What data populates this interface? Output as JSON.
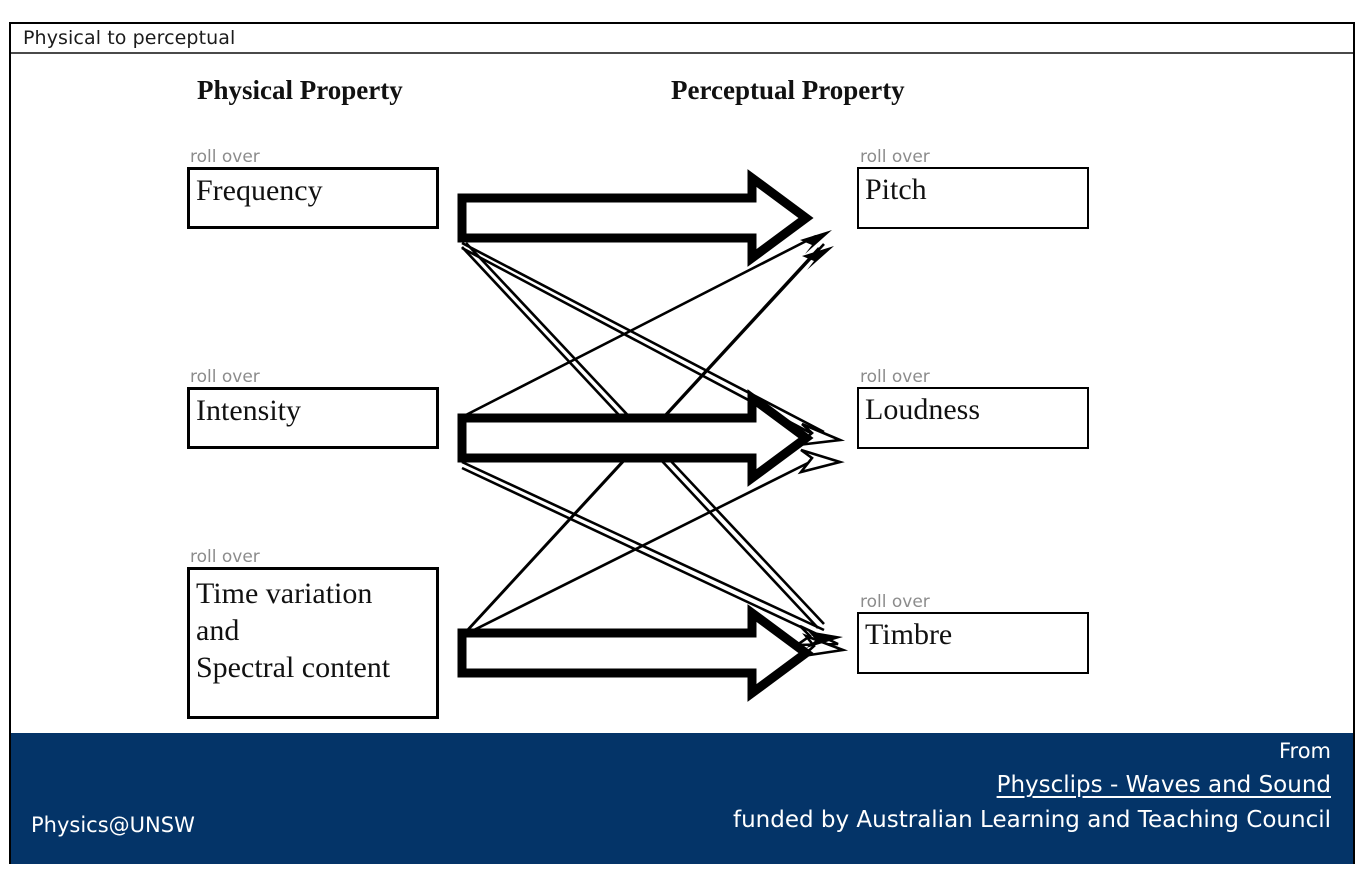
{
  "window": {
    "title": "Physical to perceptual"
  },
  "headings": {
    "physical": "Physical Property",
    "perceptual": "Perceptual Property"
  },
  "rollover_label": "roll over",
  "physical_properties": [
    {
      "id": "frequency",
      "label": "Frequency",
      "hint": "roll over"
    },
    {
      "id": "intensity",
      "label": "Intensity",
      "hint": "roll over"
    },
    {
      "id": "timevar",
      "label": "Time variation\nand\nSpectral content",
      "hint": "roll over",
      "lines": [
        "Time variation",
        "and",
        "Spectral content"
      ]
    }
  ],
  "perceptual_properties": [
    {
      "id": "pitch",
      "label": "Pitch",
      "hint": "roll over"
    },
    {
      "id": "loudness",
      "label": "Loudness",
      "hint": "roll over"
    },
    {
      "id": "timbre",
      "label": "Timbre",
      "hint": "roll over"
    }
  ],
  "mappings": {
    "primary": [
      {
        "from": "Frequency",
        "to": "Pitch",
        "weight": "strong"
      },
      {
        "from": "Intensity",
        "to": "Loudness",
        "weight": "strong"
      },
      {
        "from": "Time variation and Spectral content",
        "to": "Timbre",
        "weight": "strong"
      }
    ],
    "secondary": [
      {
        "from": "Frequency",
        "to": "Loudness",
        "weight": "weak"
      },
      {
        "from": "Frequency",
        "to": "Timbre",
        "weight": "weak"
      },
      {
        "from": "Intensity",
        "to": "Pitch",
        "weight": "weak"
      },
      {
        "from": "Intensity",
        "to": "Timbre",
        "weight": "weak"
      },
      {
        "from": "Time variation and Spectral content",
        "to": "Pitch",
        "weight": "weak"
      },
      {
        "from": "Time variation and Spectral content",
        "to": "Loudness",
        "weight": "weak"
      }
    ]
  },
  "footer": {
    "from": "From",
    "link": "Physclips - Waves and Sound",
    "funded": "funded by Australian Learning and Teaching Council",
    "credit": "Physics@UNSW",
    "background": "#043468",
    "text_color": "#ffffff"
  },
  "colors": {
    "page_background": "#ffffff",
    "frame_border": "#000000",
    "hint_text": "#8c8c8c",
    "body_text": "#111111",
    "banner": "#043468"
  }
}
